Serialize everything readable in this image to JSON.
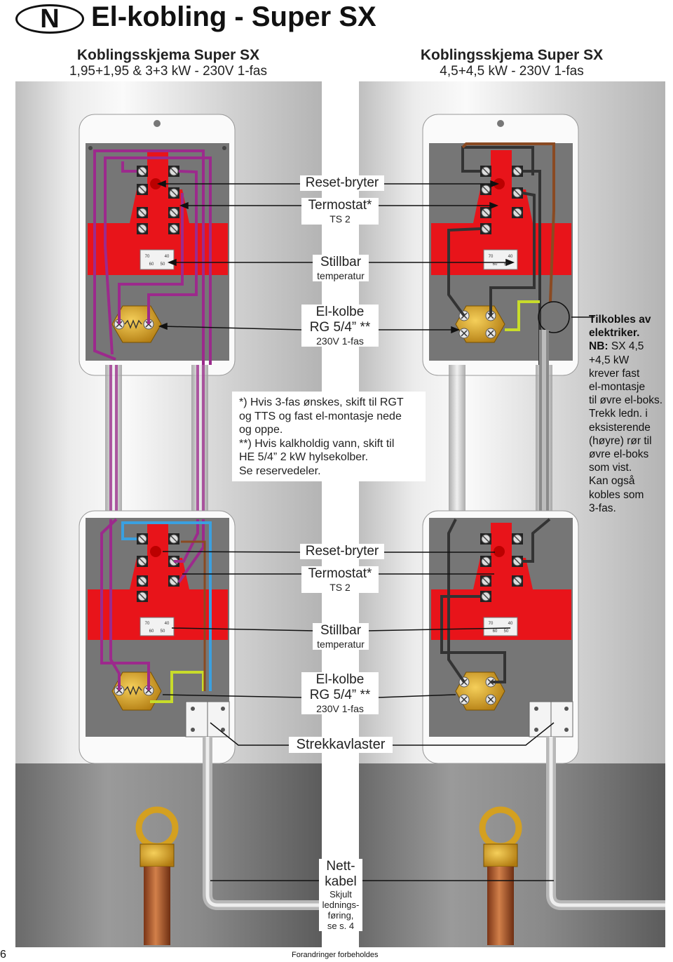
{
  "header": {
    "badge": "N",
    "title": "El-kobling - Super SX",
    "left_heading": "Koblingsskjema Super SX",
    "left_spec": "1,95+1,95 & 3+3 kW - 230V 1-fas",
    "right_heading": "Koblingsskjema Super SX",
    "right_spec": "4,5+4,5 kW - 230V 1-fas"
  },
  "upper_labels": {
    "reset": "Reset-bryter",
    "thermostat": "Termostat*",
    "thermostat_sub": "TS 2",
    "adjustable": "Stillbar",
    "adjustable_sub": "temperatur",
    "element": "El-kolbe",
    "element_spec": "RG 5/4” **",
    "element_volt": "230V 1-fas"
  },
  "lower_labels": {
    "reset": "Reset-bryter",
    "thermostat": "Termostat*",
    "thermostat_sub": "TS 2",
    "adjustable": "Stillbar",
    "adjustable_sub": "temperatur",
    "element": "El-kolbe",
    "element_spec": "RG 5/4” **",
    "element_volt": "230V 1-fas",
    "strain_relief": "Strekkavlaster"
  },
  "notes": {
    "line1": "*) Hvis 3-fas ønskes, skift til RGT",
    "line2": "og TTS og fast el-montasje nede",
    "line3": "og oppe.",
    "line4": "**) Hvis kalkholdig vann, skift til",
    "line5": "HE 5/4” 2 kW hylsekolber.",
    "line6": "Se reservedeler."
  },
  "side_note": {
    "line1": "Tilkobles av",
    "line2": "elektriker.",
    "line3_bold": "NB:",
    "line3": " SX 4,5",
    "line4": "+4,5 kW",
    "line5": "krever fast",
    "line6": "el-montasje",
    "line7": "til øvre el-boks.",
    "line8": "Trekk ledn. i",
    "line9": "eksisterende",
    "line10": "(høyre) rør til",
    "line11": "øvre el-boks",
    "line12": "som vist.",
    "line13": "Kan også",
    "line14": "kobles som",
    "line15": "3-fas."
  },
  "cable_label": {
    "line1": "Nett-",
    "line2": "kabel",
    "line3": "Skjult",
    "line4": "lednings-",
    "line5": "føring,",
    "line6": "se s. 4"
  },
  "footer": {
    "page": "6",
    "disclaimer": "Forandringer forbeholdes"
  },
  "thermostat_dial": {
    "min": "60",
    "max": "50",
    "left": "70",
    "right": "40"
  },
  "colors": {
    "housing": "#e8141a",
    "wire_purple": "#9c2a8c",
    "wire_black": "#333333",
    "wire_brown": "#8a4a22",
    "wire_blue": "#3aa0e0",
    "wire_yellow_green": "#c8dc2a",
    "brass": "#d4a020",
    "copper": "#b05a2a"
  }
}
